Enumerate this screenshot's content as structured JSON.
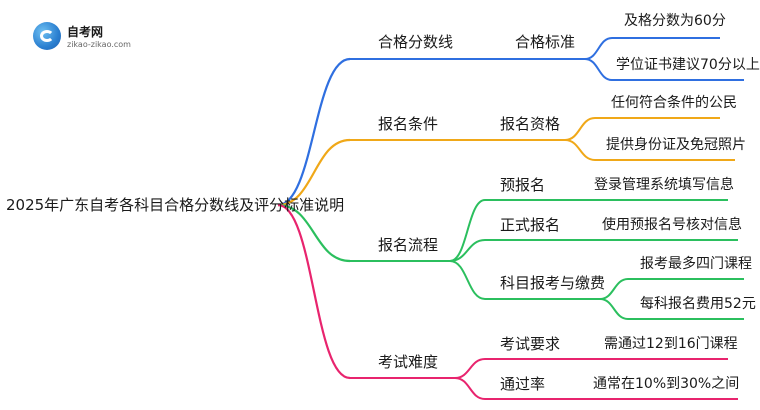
{
  "logo": {
    "name": "自考网",
    "url": "zikao-zikao.com"
  },
  "root": "2025年广东自考各科目合格分数线及评分标准说明",
  "colors": {
    "blue": "#2f6fe0",
    "orange": "#f0a818",
    "green": "#2bbf5e",
    "pink": "#e8246e"
  },
  "branches": [
    {
      "label": "合格分数线",
      "children": [
        {
          "label": "合格标准",
          "children": [
            "及格分数为60分",
            "学位证书建议70分以上"
          ]
        }
      ]
    },
    {
      "label": "报名条件",
      "children": [
        {
          "label": "报名资格",
          "children": [
            "任何符合条件的公民",
            "提供身份证及免冠照片"
          ]
        }
      ]
    },
    {
      "label": "报名流程",
      "children": [
        {
          "label": "预报名",
          "children": [
            "登录管理系统填写信息"
          ]
        },
        {
          "label": "正式报名",
          "children": [
            "使用预报名号核对信息"
          ]
        },
        {
          "label": "科目报考与缴费",
          "children": [
            "报考最多四门课程",
            "每科报名费用52元"
          ]
        }
      ]
    },
    {
      "label": "考试难度",
      "children": [
        {
          "label": "考试要求",
          "children": [
            "需通过12到16门课程"
          ]
        },
        {
          "label": "通过率",
          "children": [
            "通常在10%到30%之间"
          ]
        }
      ]
    }
  ]
}
